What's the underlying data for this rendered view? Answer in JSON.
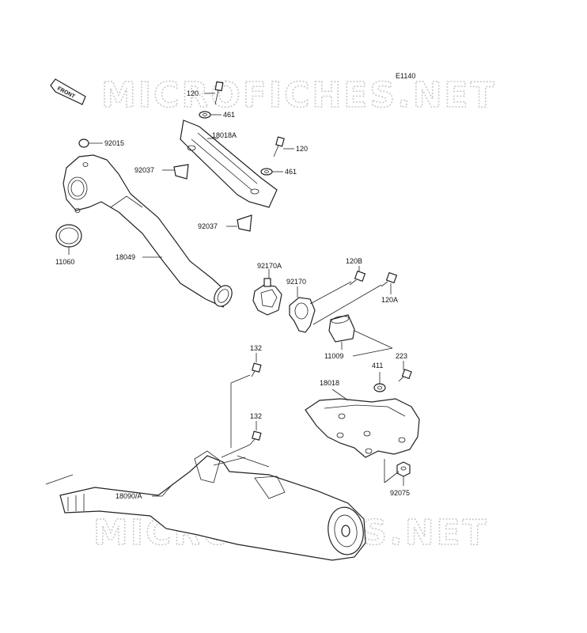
{
  "diagram": {
    "code": "E1140",
    "front_tag": "FRONT",
    "watermark_top": "MICROFICHES.NET",
    "watermark_bottom": "MICROFICHES.NET"
  },
  "parts": {
    "p120_top": "120",
    "p461_top": "461",
    "p18018A": "18018A",
    "p120_mid": "120",
    "p461_mid": "461",
    "p92015": "92015",
    "p92037_a": "92037",
    "p92037_b": "92037",
    "p11060": "11060",
    "p18049": "18049",
    "p92170A": "92170A",
    "p120B": "120B",
    "p92170": "92170",
    "p120A": "120A",
    "p11009": "11009",
    "p132_a": "132",
    "p223": "223",
    "p411": "411",
    "p18018": "18018",
    "p132_b": "132",
    "p18090A": "18090/A",
    "p92075": "92075"
  }
}
